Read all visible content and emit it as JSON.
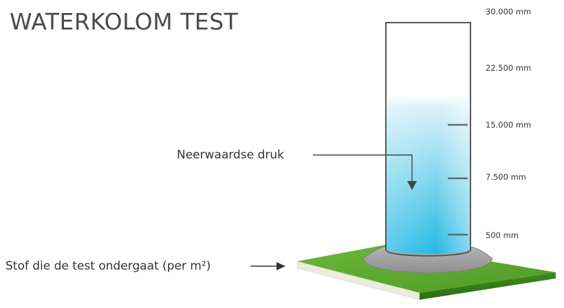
{
  "title": "WATERKOLOM TEST",
  "scale": {
    "labels": [
      "30.000 mm",
      "22.500 mm",
      "15.000 mm",
      "7.500 mm",
      "500 mm"
    ]
  },
  "annotations": {
    "pressure": "Neerwaardse druk",
    "fabric": "Stof die de test ondergaat (per m²)"
  },
  "colors": {
    "water_top": "#e8f7fb",
    "water_bottom": "#2fbde4",
    "grass": "#5aa52f",
    "base": "#a6a6a6",
    "fabric_edge": "#e8e8d8"
  },
  "icons": {
    "arrow_down": "arrow-down-icon",
    "arrow_right": "arrow-right-icon"
  }
}
